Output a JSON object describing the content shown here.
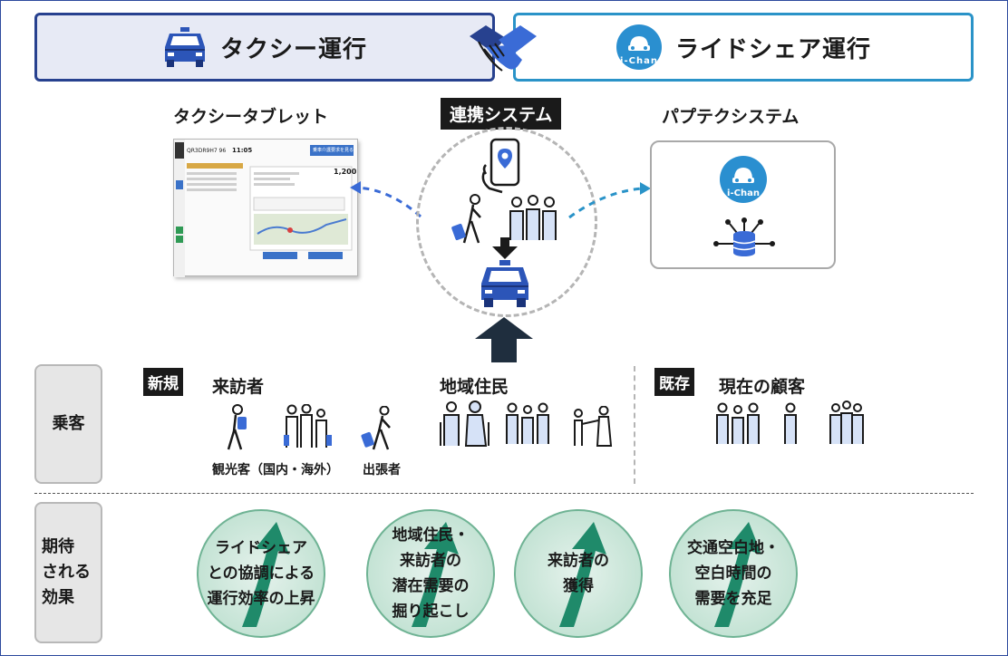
{
  "header": {
    "taxi_title": "タクシー運行",
    "ride_title": "ライドシェア運行"
  },
  "labels": {
    "tablet": "タクシータブレット",
    "system": "連携システム",
    "paptech": "パプテクシステム",
    "ichan": "i-Chan"
  },
  "tablet_screen": {
    "vehicle": "QR3DR9H7  96",
    "time": "11:05",
    "button": "乗車介護要求を見る",
    "fare": "1,200"
  },
  "passenger": {
    "row_label": "乗客",
    "new_tag": "新規",
    "visitors": "来訪者",
    "residents": "地域住民",
    "existing_tag": "既存",
    "current": "現在の顧客",
    "tourist_caption": "観光客（国内・海外）",
    "business_caption": "出張者"
  },
  "effects": {
    "row_label": "期待\nされる\n効果",
    "items": [
      "ライドシェア\nとの協調による\n運行効率の上昇",
      "地域住民・\n来訪者の\n潜在需要の\n掘り起こし",
      "来訪者の\n獲得",
      "交通空白地・\n空白時間の\n需要を充足"
    ]
  },
  "colors": {
    "navy": "#27418f",
    "light_blue": "#2a93c8",
    "icon_blue": "#2c55b8",
    "effect_green": "#1f8a6a"
  }
}
